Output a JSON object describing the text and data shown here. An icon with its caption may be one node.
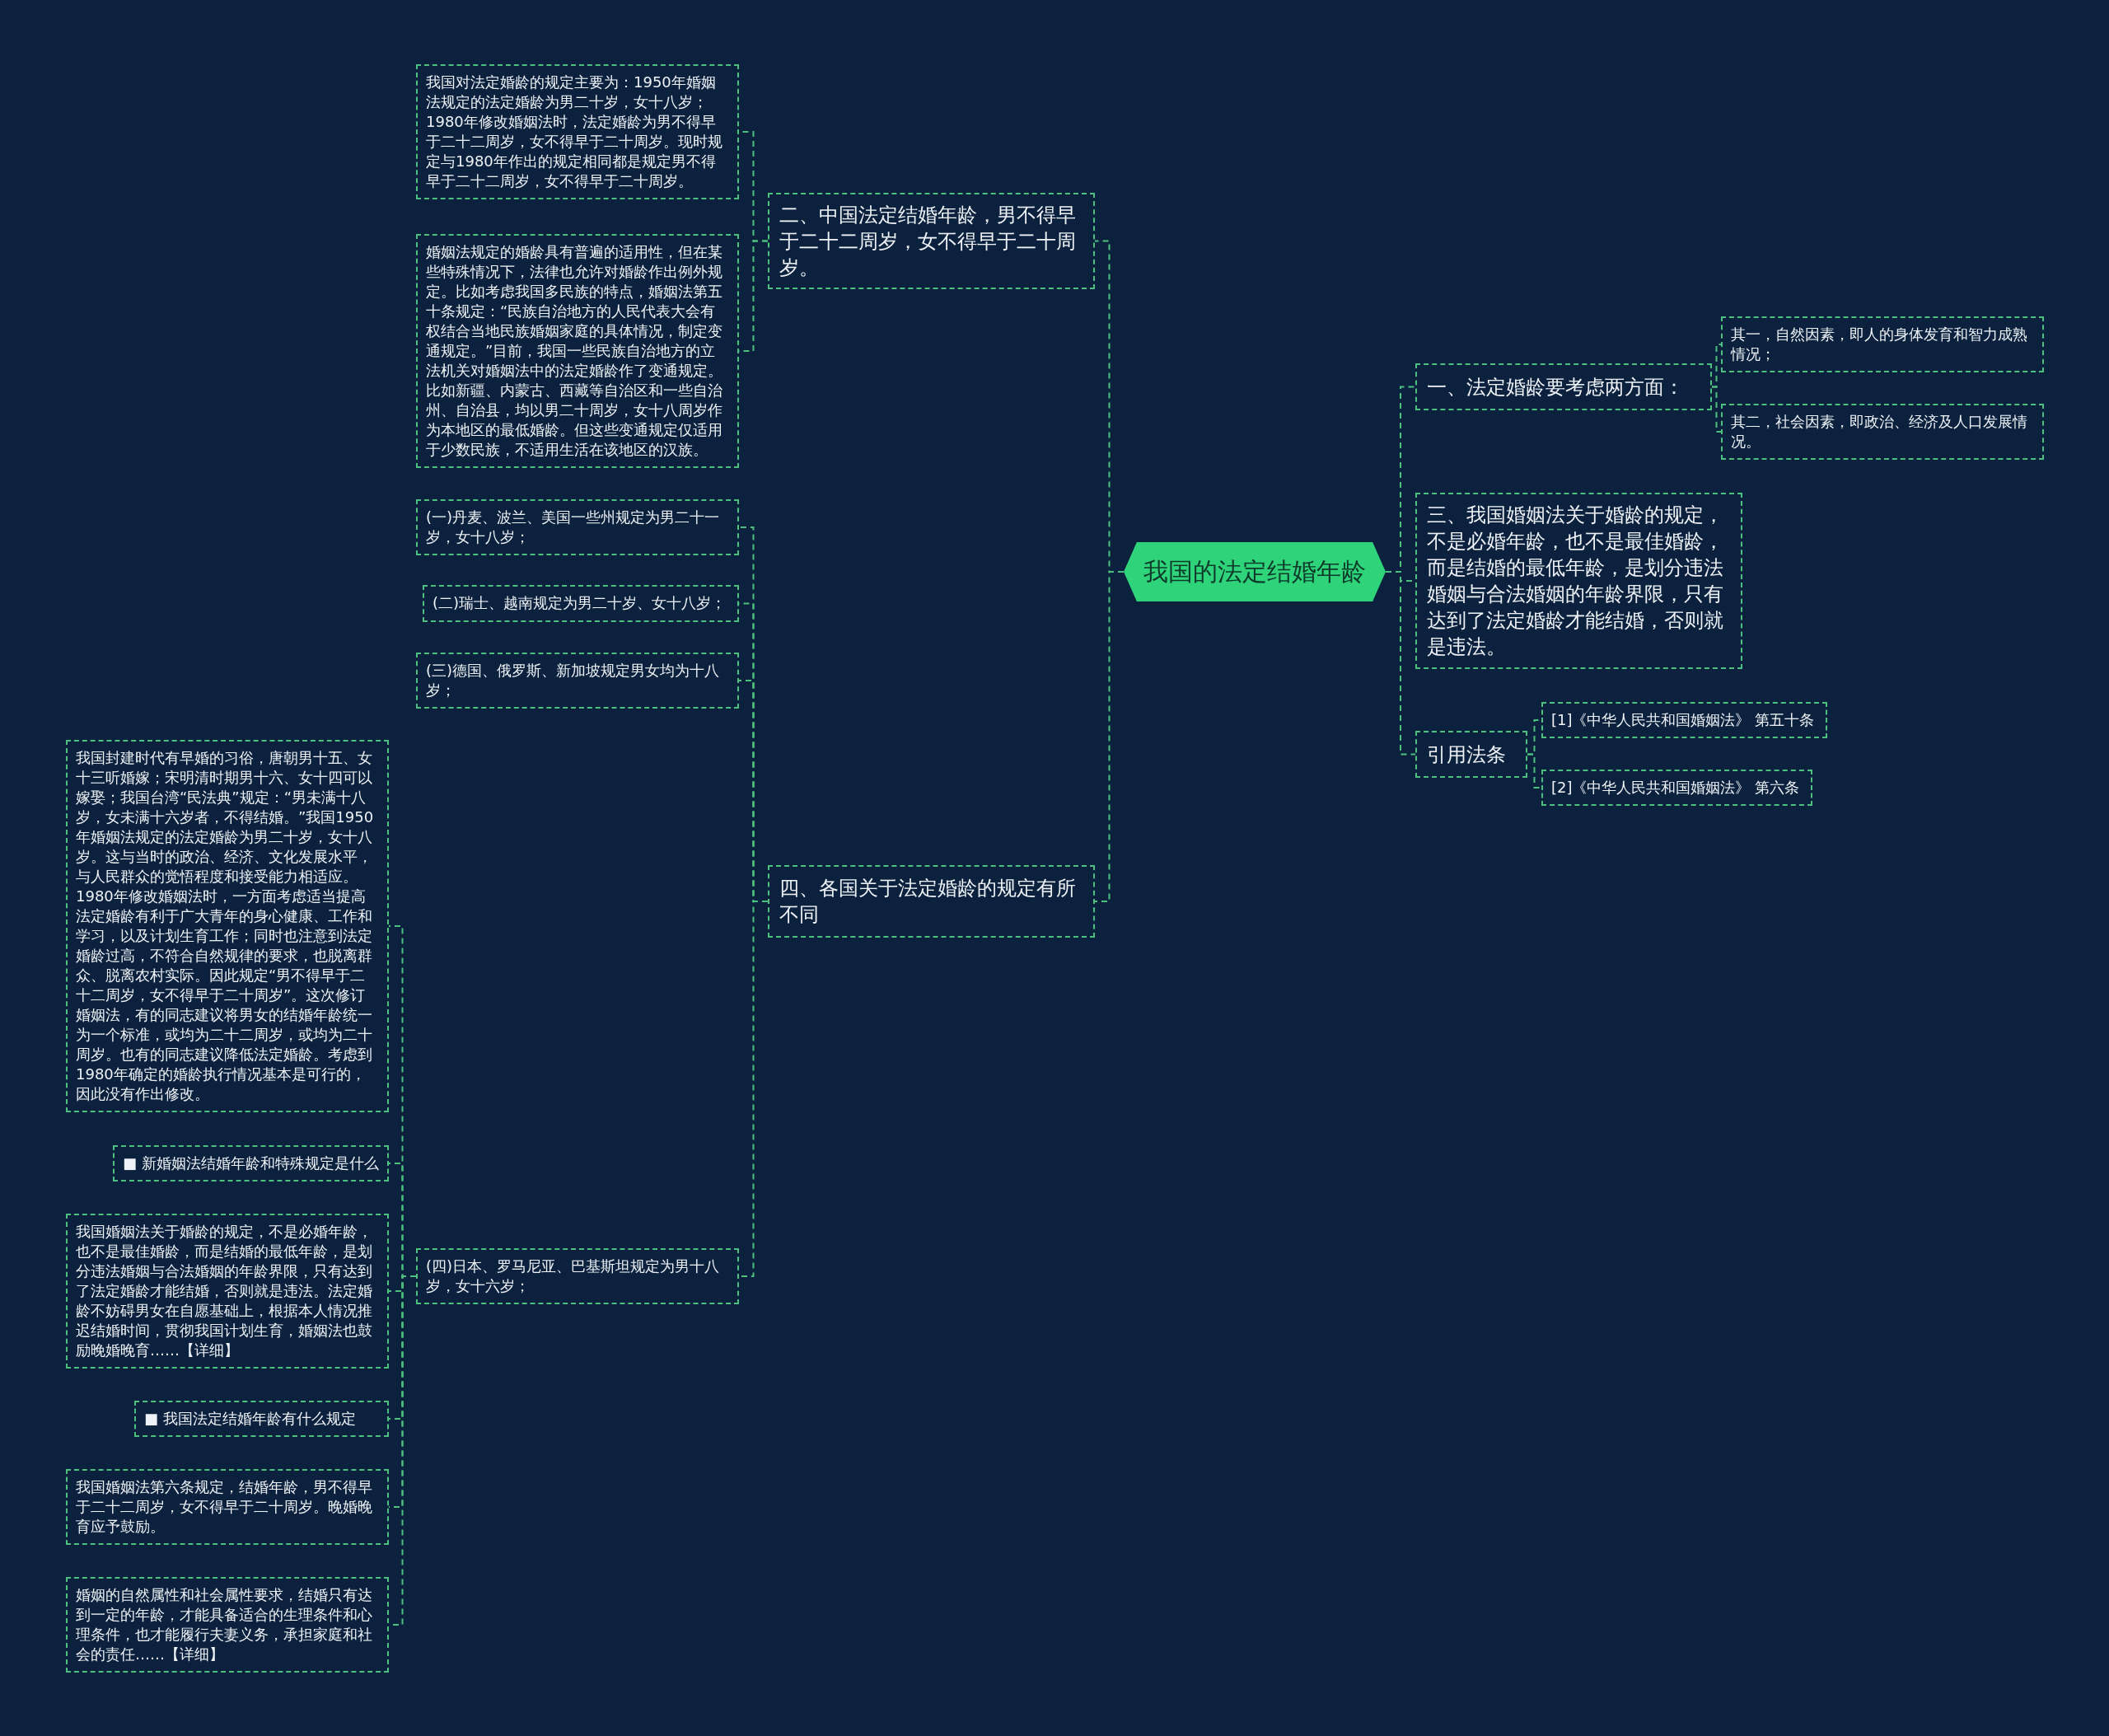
{
  "diagram": {
    "nodes": [
      {
        "text": [
          "我国的法定结婚年龄"
        ]
      },
      {
        "text": [
          "一、法定婚龄要考虑两方面："
        ]
      },
      {
        "text": [
          "其一，自然因素，即人的身体发育和智力成熟情况；"
        ]
      },
      {
        "text": [
          "其二，社会因素，即政治、经济及人口发展情况。"
        ]
      },
      {
        "text": [
          "三、我国婚姻法关于婚龄的规定，不是必婚年龄，也不是最佳婚龄，而是结婚的最低年龄，是划分违法婚姻与合法婚姻的年龄界限，只有达到了法定婚龄才能结婚，否则就是违法。"
        ]
      },
      {
        "text": [
          "引用法条"
        ]
      },
      {
        "text": [
          "[1]《中华人民共和国婚姻法》 第五十条"
        ]
      },
      {
        "text": [
          "[2]《中华人民共和国婚姻法》 第六条"
        ]
      },
      {
        "text": [
          "二、中国法定结婚年龄，男不得早于二十二周岁，女不得早于二十周岁。"
        ]
      },
      {
        "text": [
          "我国对法定婚龄的规定主要为：1950年婚姻法规定的法定婚龄为男二十岁，女十八岁；1980年修改婚姻法时，法定婚龄为男不得早于二十二周岁，女不得早于二十周岁。现时规定与1980年作出的规定相同都是规定男不得早于二十二周岁，女不得早于二十周岁。"
        ]
      },
      {
        "text": [
          "婚姻法规定的婚龄具有普遍的适用性，但在某些特殊情况下，法律也允许对婚龄作出例外规定。比如考虑我国多民族的特点，婚姻法第五十条规定：“民族自治地方的人民代表大会有权结合当地民族婚姻家庭的具体情况，制定变通规定。”目前，我国一些民族自治地方的立法机关对婚姻法中的法定婚龄作了变通规定。比如新疆、内蒙古、西藏等自治区和一些自治州、自治县，均以男二十周岁，女十八周岁作为本地区的最低婚龄。但这些变通规定仅适用于少数民族，不适用生活在该地区的汉族。"
        ]
      },
      {
        "text": [
          "四、各国关于法定婚龄的规定有所不同"
        ]
      },
      {
        "text": [
          "(一)丹麦、波兰、美国一些州规定为男二十一岁，女十八岁；"
        ]
      },
      {
        "text": [
          "(二)瑞士、越南规定为男二十岁、女十八岁；"
        ]
      },
      {
        "text": [
          "(三)德国、俄罗斯、新加坡规定男女均为十八岁；"
        ]
      },
      {
        "text": [
          "(四)日本、罗马尼亚、巴基斯坦规定为男十八岁，女十六岁；"
        ]
      },
      {
        "text": [
          "我国封建时代有早婚的习俗，唐朝男十五、女十三听婚嫁；宋明清时期男十六、女十四可以嫁娶；我国台湾“民法典”规定：“男未满十八岁，女未满十六岁者，不得结婚。”我国1950年婚姻法规定的法定婚龄为男二十岁，女十八岁。这与当时的政治、经济、文化发展水平，与人民群众的觉悟程度和接受能力相适应。1980年修改婚姻法时，一方面考虑适当提高法定婚龄有利于广大青年的身心健康、工作和学习，以及计划生育工作；同时也注意到法定婚龄过高，不符合自然规律的要求，也脱离群众、脱离农村实际。因此规定“男不得早于二十二周岁，女不得早于二十周岁”。这次修订婚姻法，有的同志建议将男女的结婚年龄统一为一个标准，或均为二十二周岁，或均为二十周岁。也有的同志建议降低法定婚龄。考虑到1980年确定的婚龄执行情况基本是可行的，因此没有作出修改。"
        ]
      },
      {
        "text": [
          "■ 新婚姻法结婚年龄和特殊规定是什么"
        ]
      },
      {
        "text": [
          "我国婚姻法关于婚龄的规定，不是必婚年龄，也不是最佳婚龄，而是结婚的最低年龄，是划分违法婚姻与合法婚姻的年龄界限，只有达到了法定婚龄才能结婚，否则就是违法。法定婚龄不妨碍男女在自愿基础上，根据本人情况推迟结婚时间，贯彻我国计划生育，婚姻法也鼓励晚婚晚育……【详细】"
        ]
      },
      {
        "text": [
          "■ 我国法定结婚年龄有什么规定"
        ]
      },
      {
        "text": [
          "我国婚姻法第六条规定，结婚年龄，男不得早于二十二周岁，女不得早于二十周岁。晚婚晚育应予鼓励。"
        ]
      },
      {
        "text": [
          "婚姻的自然属性和社会属性要求，结婚只有达到一定的年龄，才能具备适合的生理条件和心理条件，也才能履行夫妻义务，承担家庭和社会的责任……【详细】"
        ]
      }
    ],
    "edges": [
      {
        "from": 0,
        "to": 1,
        "arrow": "none"
      },
      {
        "from": 1,
        "to": 2,
        "arrow": "none"
      },
      {
        "from": 1,
        "to": 3,
        "arrow": "none"
      },
      {
        "from": 0,
        "to": 4,
        "arrow": "none"
      },
      {
        "from": 0,
        "to": 5,
        "arrow": "none"
      },
      {
        "from": 5,
        "to": 6,
        "arrow": "none"
      },
      {
        "from": 5,
        "to": 7,
        "arrow": "none"
      },
      {
        "from": 0,
        "to": 8,
        "arrow": "none"
      },
      {
        "from": 8,
        "to": 9,
        "arrow": "none"
      },
      {
        "from": 8,
        "to": 10,
        "arrow": "none"
      },
      {
        "from": 0,
        "to": 11,
        "arrow": "none"
      },
      {
        "from": 11,
        "to": 12,
        "arrow": "none"
      },
      {
        "from": 11,
        "to": 13,
        "arrow": "none"
      },
      {
        "from": 11,
        "to": 14,
        "arrow": "none"
      },
      {
        "from": 11,
        "to": 15,
        "arrow": "none"
      },
      {
        "from": 15,
        "to": 16,
        "arrow": "none"
      },
      {
        "from": 15,
        "to": 17,
        "arrow": "none"
      },
      {
        "from": 15,
        "to": 18,
        "arrow": "none"
      },
      {
        "from": 15,
        "to": 19,
        "arrow": "none"
      },
      {
        "from": 15,
        "to": 20,
        "arrow": "none"
      },
      {
        "from": 15,
        "to": 21,
        "arrow": "none"
      }
    ]
  }
}
